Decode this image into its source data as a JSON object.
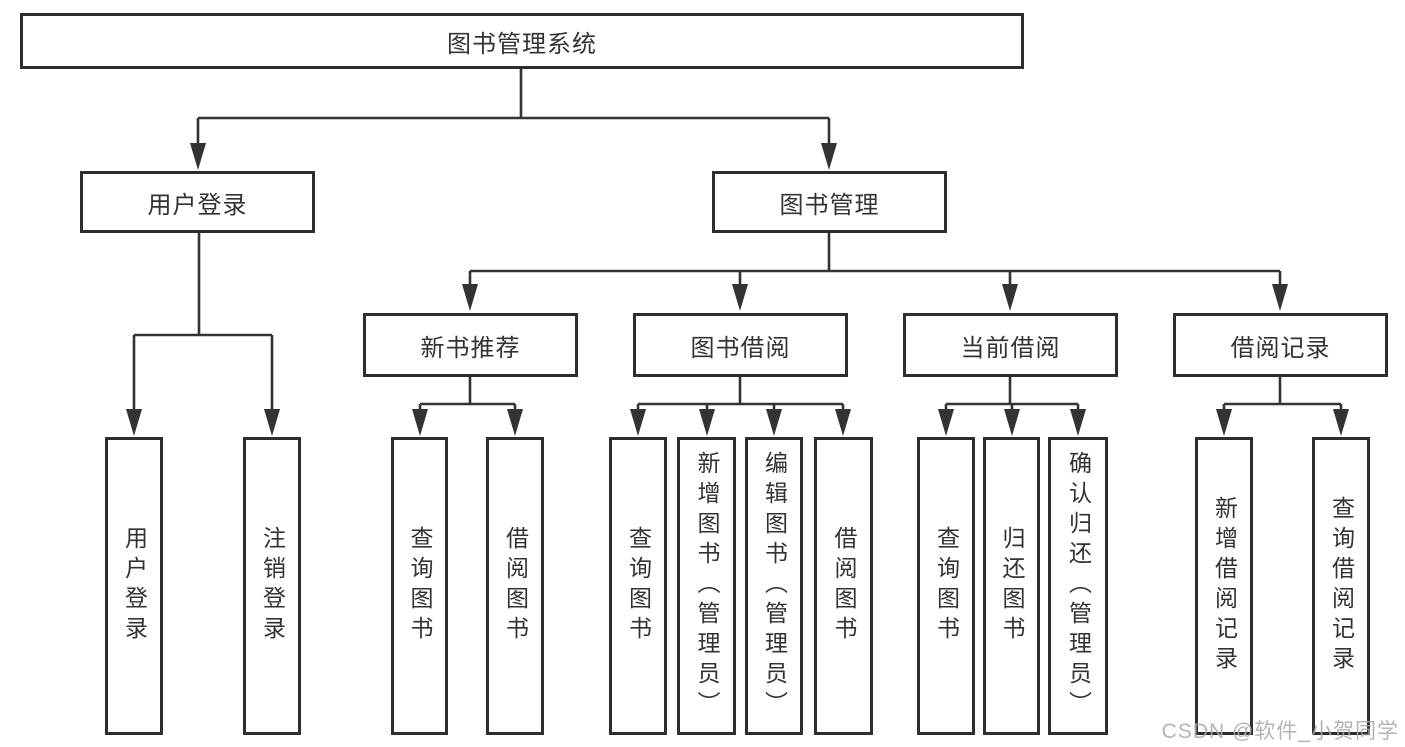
{
  "tree": {
    "label": "图书管理系统",
    "children": [
      {
        "label": "用户登录",
        "children": [
          {
            "label": "用户登录"
          },
          {
            "label": "注销登录"
          }
        ]
      },
      {
        "label": "图书管理",
        "children": [
          {
            "label": "新书推荐",
            "children": [
              {
                "label": "查询图书"
              },
              {
                "label": "借阅图书"
              }
            ]
          },
          {
            "label": "图书借阅",
            "children": [
              {
                "label": "查询图书"
              },
              {
                "label": "新增图书（管理员）"
              },
              {
                "label": "编辑图书（管理员）"
              },
              {
                "label": "借阅图书"
              }
            ]
          },
          {
            "label": "当前借阅",
            "children": [
              {
                "label": "查询图书"
              },
              {
                "label": "归还图书"
              },
              {
                "label": "确认归还（管理员）"
              }
            ]
          },
          {
            "label": "借阅记录",
            "children": [
              {
                "label": "新增借阅记录"
              },
              {
                "label": "查询借阅记录"
              }
            ]
          }
        ]
      }
    ]
  },
  "watermark": {
    "text": "CSDN @软件_小贺同学"
  },
  "colors": {
    "line": "#333333",
    "box_border": "#2e2e2e",
    "text": "#333333",
    "watermark": "#aaaaaa",
    "background": "#ffffff"
  }
}
